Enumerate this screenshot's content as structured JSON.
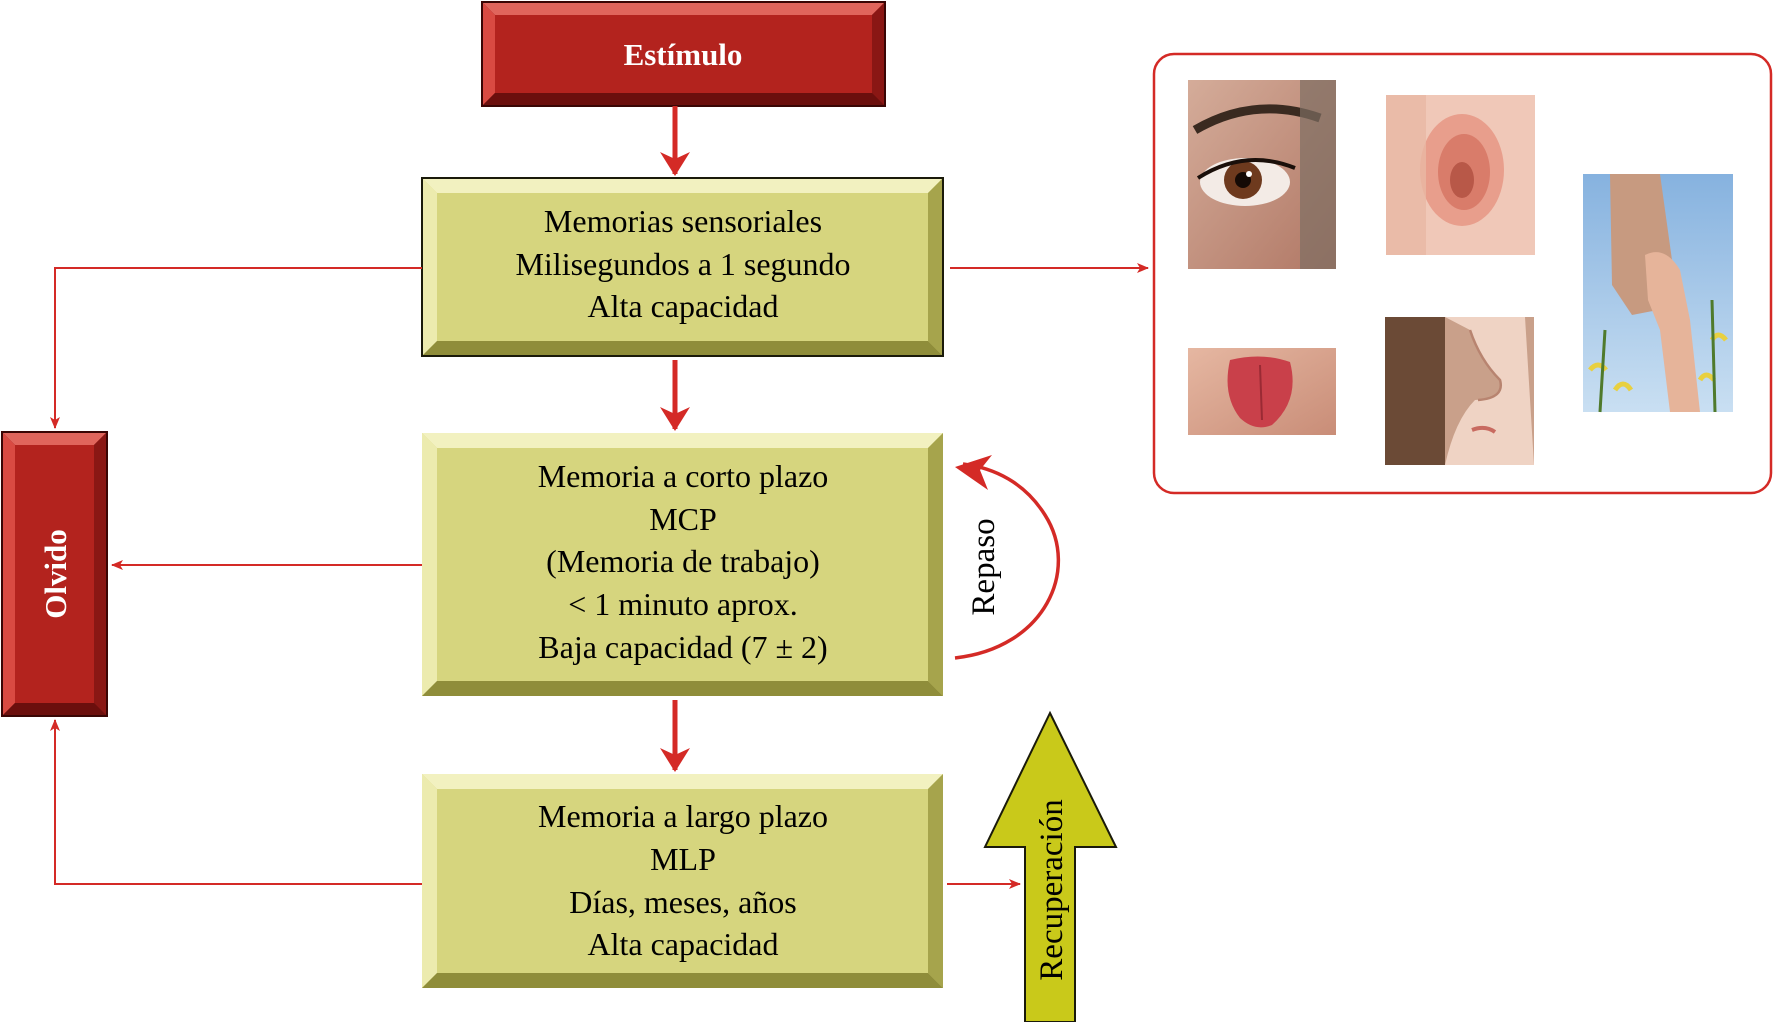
{
  "colors": {
    "red_box": "#b3231e",
    "red_box_dark": "#7a1210",
    "red_box_light": "#e0655c",
    "olive_box": "#d6d57e",
    "olive_box_dark": "#8f8d3a",
    "olive_box_light": "#f2f1c0",
    "arrow_red": "#d42a26",
    "recuperacion_fill": "#c9c91a",
    "senses_border": "#d42a26"
  },
  "estimulo": {
    "label": "Estímulo"
  },
  "olvido": {
    "label": "Olvido"
  },
  "sensorial": {
    "lines": [
      "Memorias sensoriales",
      "Milisegundos a 1 segundo",
      "Alta capacidad"
    ]
  },
  "mcp": {
    "lines": [
      "Memoria a corto plazo",
      "MCP",
      "(Memoria de trabajo)",
      "< 1 minuto aprox.",
      "Baja capacidad (7 ± 2)"
    ]
  },
  "mlp": {
    "lines": [
      "Memoria a largo plazo",
      "MLP",
      "Días, meses, años",
      "Alta capacidad"
    ]
  },
  "repaso": {
    "label": "Repaso"
  },
  "recuperacion": {
    "label": "Recuperación"
  },
  "senses": {
    "items": [
      {
        "icon": "eye-photo-icon"
      },
      {
        "icon": "ear-photo-icon"
      },
      {
        "icon": "hand-touch-photo-icon"
      },
      {
        "icon": "tongue-photo-icon"
      },
      {
        "icon": "nose-photo-icon"
      }
    ]
  }
}
